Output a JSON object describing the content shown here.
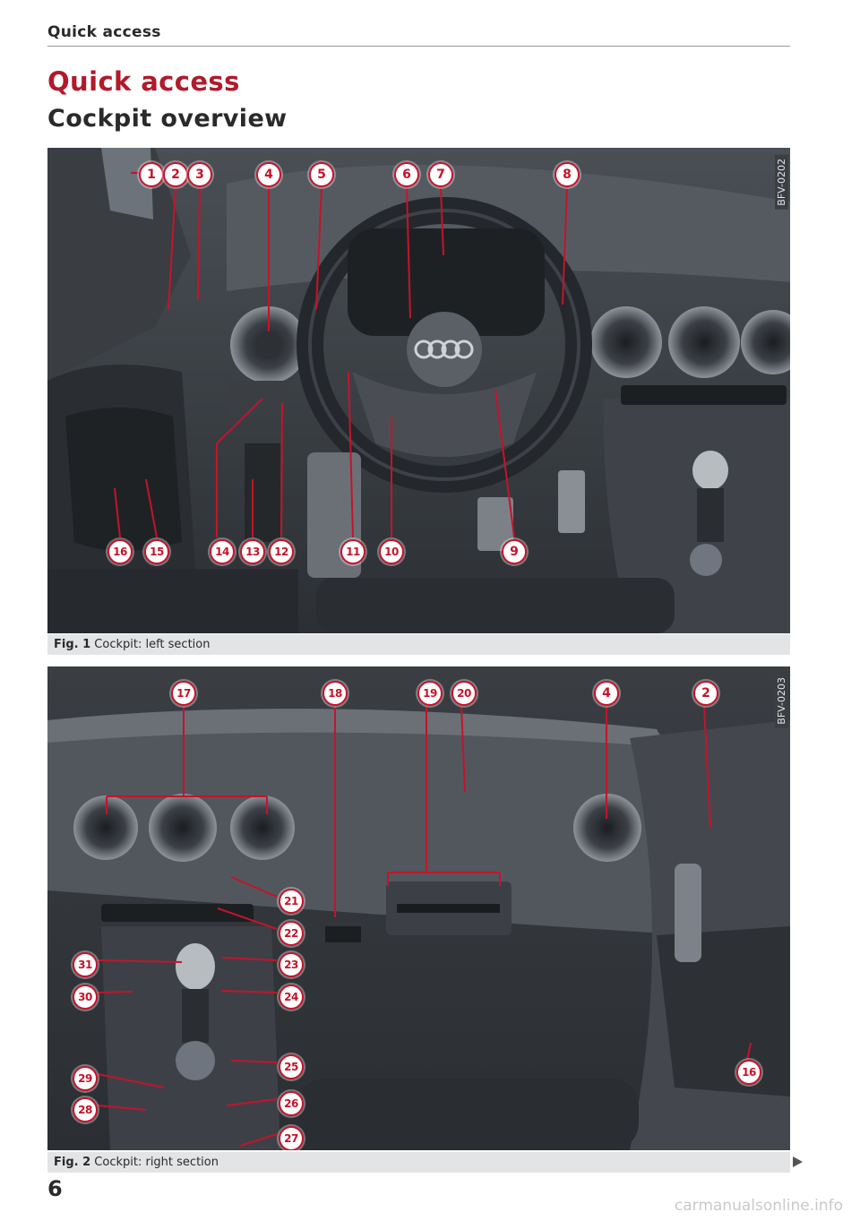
{
  "page": {
    "running_head": "Quick access",
    "section_title": "Quick access",
    "subsection_title": "Cockpit overview",
    "page_number": "6",
    "watermark": "carmanualsonline.info"
  },
  "colors": {
    "accent": "#c4142a",
    "title_red": "#b11a2b",
    "caption_bg": "#e3e4e6"
  },
  "figures": [
    {
      "code": "BFV-0202",
      "caption_label": "Fig. 1",
      "caption_text": "Cockpit: left section",
      "callouts": [
        "1",
        "2",
        "3",
        "4",
        "5",
        "6",
        "7",
        "8",
        "9",
        "10",
        "11",
        "12",
        "13",
        "14",
        "15",
        "16"
      ]
    },
    {
      "code": "BFV-0203",
      "caption_label": "Fig. 2",
      "caption_text": "Cockpit: right section",
      "continue_icon": "continue-arrow-icon",
      "callouts": [
        "17",
        "18",
        "19",
        "20",
        "4",
        "2",
        "21",
        "22",
        "23",
        "24",
        "31",
        "30",
        "25",
        "29",
        "26",
        "28",
        "27",
        "16"
      ]
    }
  ]
}
